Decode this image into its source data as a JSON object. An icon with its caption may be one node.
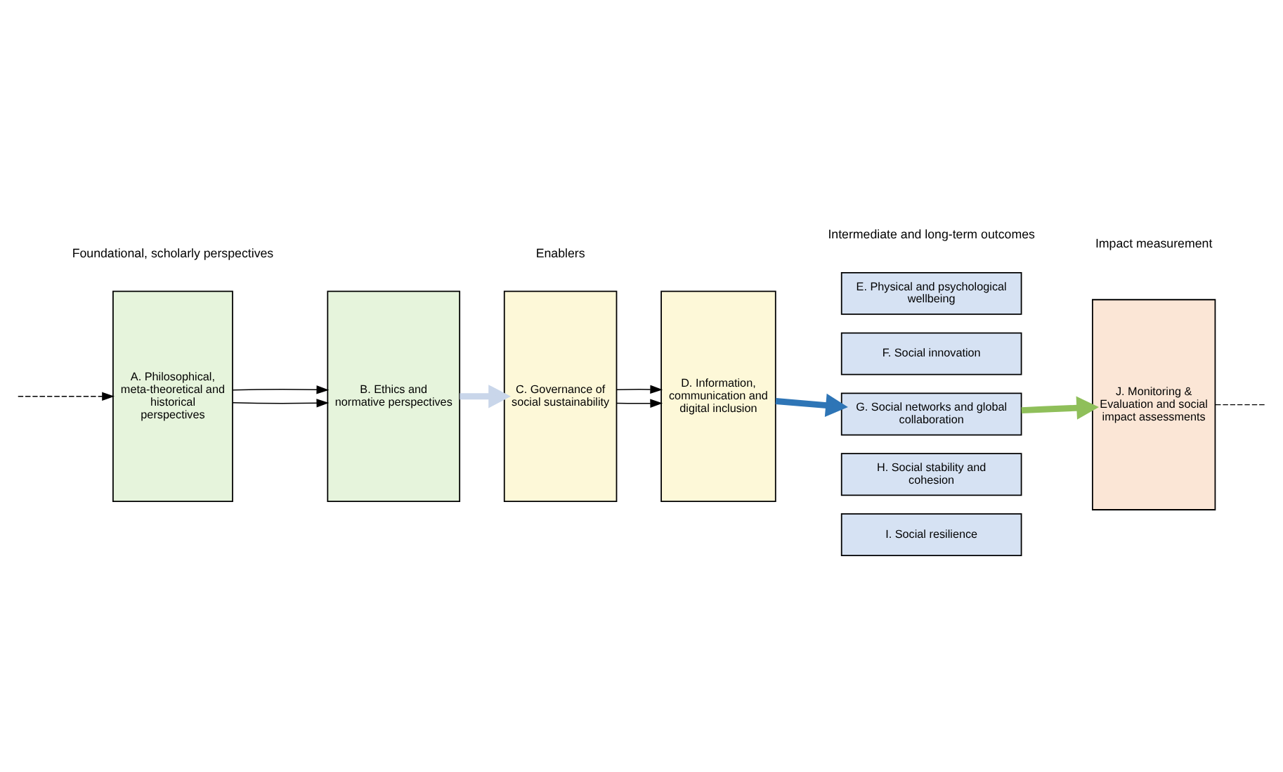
{
  "diagram": {
    "nodes": [
      {
        "text": [
          "A. Philosophical, meta-theoretical and historical perspectives"
        ]
      },
      {
        "text": [
          "B. Ethics and normative perspectives"
        ]
      },
      {
        "text": [
          "C. Governance of social sustainability"
        ]
      },
      {
        "text": [
          "D. Information, communication and digital inclusion"
        ]
      },
      {
        "text": [
          "E. Physical and psychological wellbeing"
        ]
      },
      {
        "text": [
          "F. Social innovation"
        ]
      },
      {
        "text": [
          "G. Social networks and global collaboration"
        ]
      },
      {
        "text": [
          "H. Social stability and cohesion"
        ]
      },
      {
        "text": [
          "I. Social resilience"
        ]
      },
      {
        "text": [
          "J. Monitoring & Evaluation and social impact assessments"
        ]
      }
    ],
    "edges": [
      {
        "from": 0,
        "to": 1,
        "arrow": "to"
      },
      {
        "from": 0,
        "to": 1,
        "arrow": "to"
      },
      {
        "from": 1,
        "to": 2,
        "arrow": "to",
        "style": "thick",
        "color": "#c9d6ea"
      },
      {
        "from": 2,
        "to": 3,
        "arrow": "to"
      },
      {
        "from": 2,
        "to": 3,
        "arrow": "to"
      },
      {
        "from": 3,
        "to": 6,
        "arrow": "to",
        "style": "thick",
        "color": "#2e75b6"
      },
      {
        "from": 6,
        "to": 9,
        "arrow": "to",
        "style": "thick",
        "color": "#8fbf5a"
      },
      {
        "from": 9,
        "to": null,
        "arrow": "none",
        "style": "dashed"
      },
      {
        "from": null,
        "to": 0,
        "arrow": "to",
        "style": "dashed"
      }
    ],
    "labels": [
      "Foundational, scholarly perspectives",
      "Enablers",
      "Intermediate and long-term outcomes",
      "Impact measurement"
    ]
  }
}
